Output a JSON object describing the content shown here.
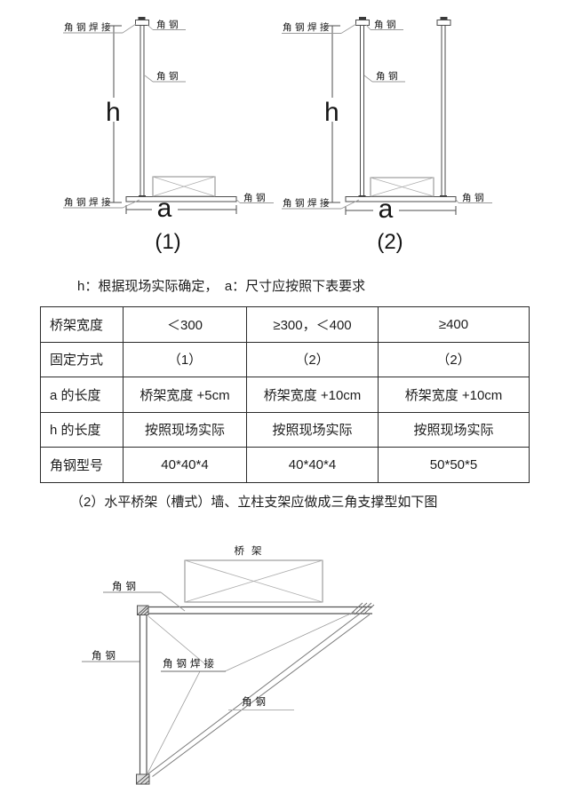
{
  "document": {
    "note": "h：根据现场实际确定，　a：尺寸应按照下表要求",
    "caption": "（2）水平桥架（槽式）墙、立柱支架应做成三角支撑型如下图"
  },
  "diagram_labels": {
    "angle_steel": "角钢",
    "angle_steel_weld": "角钢焊接",
    "cable_tray": "桥架",
    "height_dim": "h",
    "width_dim": "a",
    "figure1": "(1)",
    "figure2": "(2)"
  },
  "table": {
    "rows": [
      {
        "label": "桥架宽度",
        "cells": [
          "＜300",
          "≥300，＜400",
          "≥400"
        ]
      },
      {
        "label": "固定方式",
        "cells": [
          "（1）",
          "（2）",
          "（2）"
        ]
      },
      {
        "label": "a 的长度",
        "cells": [
          "桥架宽度 +5cm",
          "桥架宽度 +10cm",
          "桥架宽度 +10cm"
        ]
      },
      {
        "label": "h 的长度",
        "cells": [
          "按照现场实际",
          "按照现场实际",
          "按照现场实际"
        ]
      },
      {
        "label": "角钢型号",
        "cells": [
          "40*40*4",
          "40*40*4",
          "50*50*5"
        ]
      }
    ]
  },
  "colors": {
    "member_line": "#4d4d4d",
    "leader_line": "#9a9a9a",
    "tray_line": "#8a8a8a",
    "weld_fill": "#3a3a3a",
    "table_border": "#2a2a2a",
    "text": "#1c1c1c"
  }
}
